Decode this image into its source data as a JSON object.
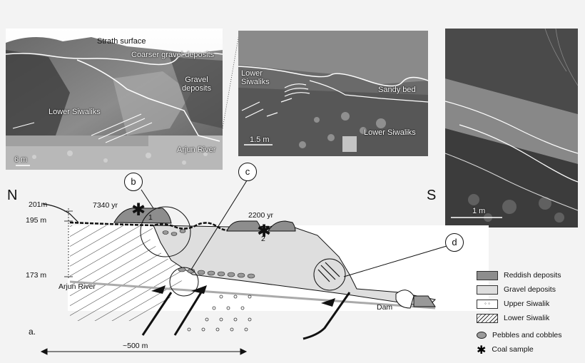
{
  "photos": {
    "left": {
      "strath": "Strath surface",
      "coarser": "Coarser gravel deposits",
      "gravel": "Gravel\ndeposits",
      "lower": "Lower Siwaliks",
      "river": "Arjun River",
      "scale": "6 m"
    },
    "middle": {
      "lower": "Lower\nSiwaliks",
      "sandy": "Sandy bed",
      "lower2": "Lower Siwaliks",
      "scale": "1.5 m"
    },
    "right": {
      "scale": "1 m"
    }
  },
  "diagram": {
    "north": "N",
    "south": "S",
    "elev_201": "201m",
    "elev_195": "195 m",
    "elev_173": "173 m",
    "age_1": "7340 yr",
    "age_2": "2200 yr",
    "num_1": "1",
    "num_2": "2",
    "river": "Arjun River",
    "dam": "Dam",
    "panel": "a.",
    "distance": "~500 m",
    "callouts": [
      "b",
      "c",
      "d"
    ]
  },
  "legend": [
    {
      "label": "Reddish deposits",
      "color": "#8d8d8d"
    },
    {
      "label": "Gravel deposits",
      "color": "#dedede"
    },
    {
      "label": "Upper Siwalik",
      "color": "#ffffff"
    },
    {
      "label": "Lower Siwalik",
      "color": "#ffffff"
    },
    {
      "label": "Pebbles and cobbles",
      "color": "#9a9a9a"
    },
    {
      "label": "Coal sample",
      "color": "#000000"
    }
  ]
}
